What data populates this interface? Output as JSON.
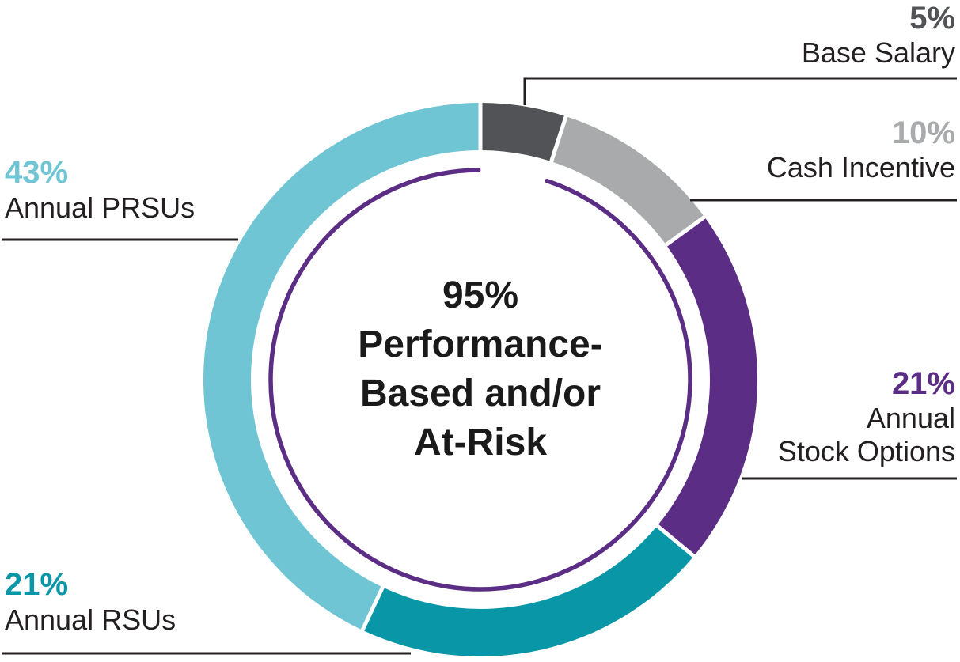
{
  "chart_data": {
    "type": "pie",
    "variant": "donut",
    "start_angle_deg": 0,
    "direction": "clockwise",
    "segments": [
      {
        "label": "Base Salary",
        "value": 5,
        "pct_label": "5%",
        "color": "#515356"
      },
      {
        "label": "Cash Incentive",
        "value": 10,
        "pct_label": "10%",
        "color": "#A8AAAC"
      },
      {
        "label": "Annual Stock Options",
        "value": 21,
        "pct_label": "21%",
        "color": "#5B2D84"
      },
      {
        "label": "Annual RSUs",
        "value": 21,
        "pct_label": "21%",
        "color": "#0996A6"
      },
      {
        "label": "Annual PRSUs",
        "value": 43,
        "pct_label": "43%",
        "color": "#70C5D4"
      }
    ],
    "center_label": "95%\nPerformance-\nBased and/or\nAt-Risk",
    "inner_arc": {
      "percent_covered": 95,
      "color": "#5B2D84"
    },
    "legend_position": "callouts",
    "line_color": "#231F20"
  },
  "callouts": {
    "base_salary": {
      "pct": "5%",
      "name": "Base Salary"
    },
    "cash_incentive": {
      "pct": "10%",
      "name": "Cash Incentive"
    },
    "stock_options": {
      "pct": "21%",
      "name": "Annual\nStock Options"
    },
    "annual_rsus": {
      "pct": "21%",
      "name": "Annual RSUs"
    },
    "annual_prsus": {
      "pct": "43%",
      "name": "Annual PRSUs"
    }
  }
}
